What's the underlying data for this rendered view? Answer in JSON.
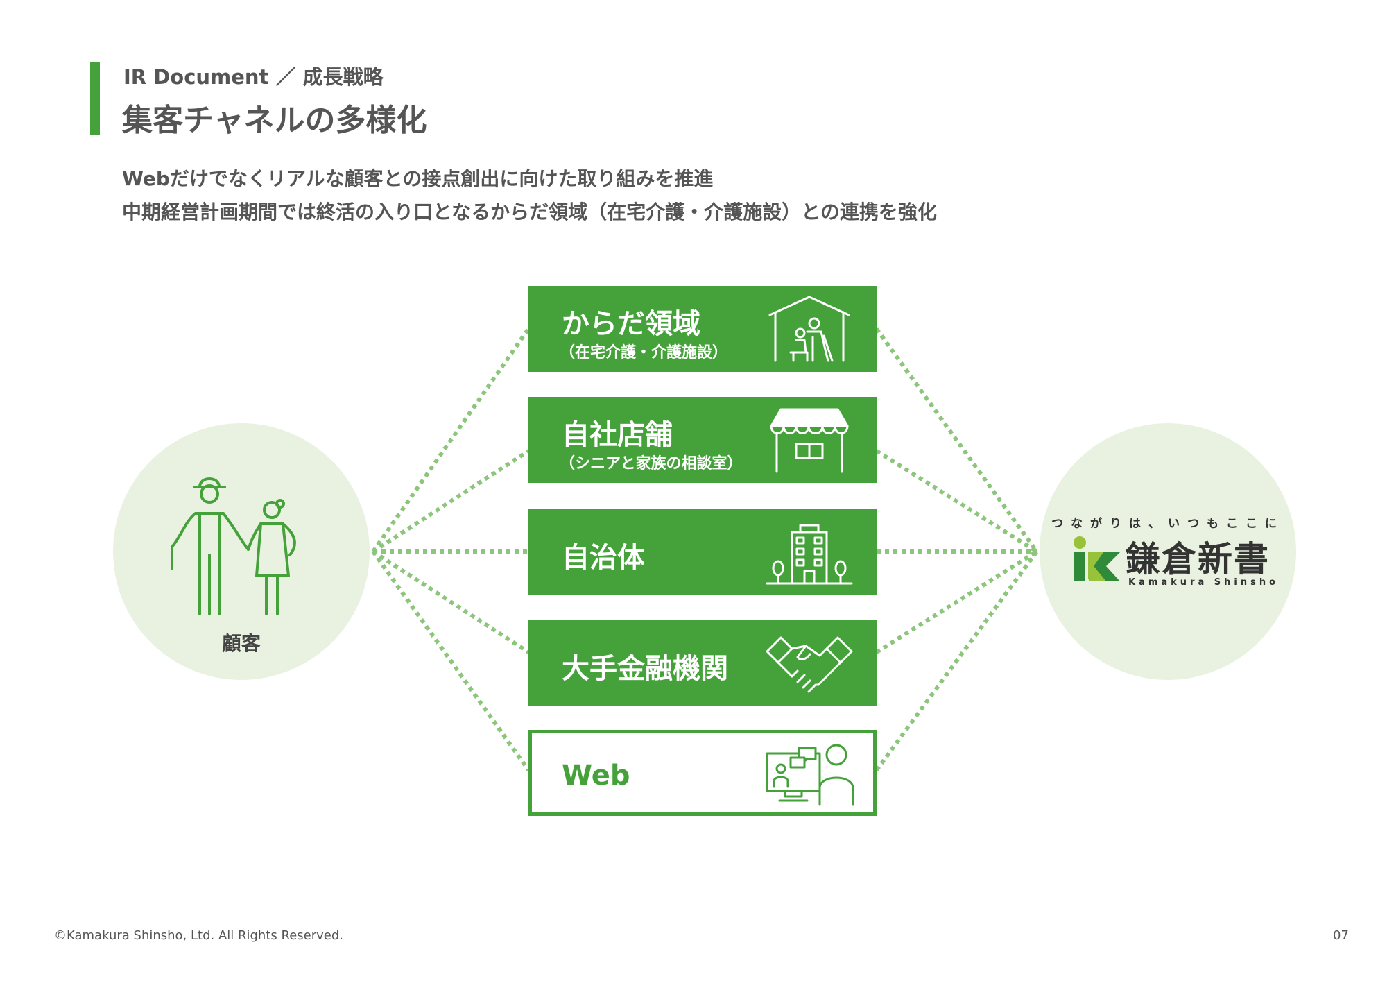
{
  "header": {
    "breadcrumb": "IR Document ／ 成長戦略",
    "title": "集客チャネルの多様化"
  },
  "lead": {
    "line1": "Webだけでなくリアルな顧客との接点創出に向けた取り組みを推進",
    "line2": "中期経営計画期間では終活の入り口となるからだ領域（在宅介護・介護施設）との連携を強化"
  },
  "customer": {
    "label": "顧客",
    "icon": "elderly-couple-icon"
  },
  "channels": [
    {
      "title": "からだ領域",
      "subtitle": "（在宅介護・介護施設）",
      "icon": "care-home-icon"
    },
    {
      "title": "自社店舗",
      "subtitle": "（シニアと家族の相談室）",
      "icon": "storefront-icon"
    },
    {
      "title": "自治体",
      "subtitle": "",
      "icon": "municipal-building-icon"
    },
    {
      "title": "大手金融機関",
      "subtitle": "",
      "icon": "handshake-icon"
    },
    {
      "title": "Web",
      "subtitle": "",
      "icon": "online-consultation-icon"
    }
  ],
  "company": {
    "tagline": "つながりは、いつもここに",
    "name": "鎌倉新書",
    "name_roman": "Kamakura Shinsho"
  },
  "colors": {
    "brand_green": "#45a23a",
    "line_green": "#8cc57b",
    "circle_bg": "#e9f2e1"
  },
  "footer": {
    "copyright": "©Kamakura Shinsho, Ltd. All Rights Reserved.",
    "page": "07"
  }
}
